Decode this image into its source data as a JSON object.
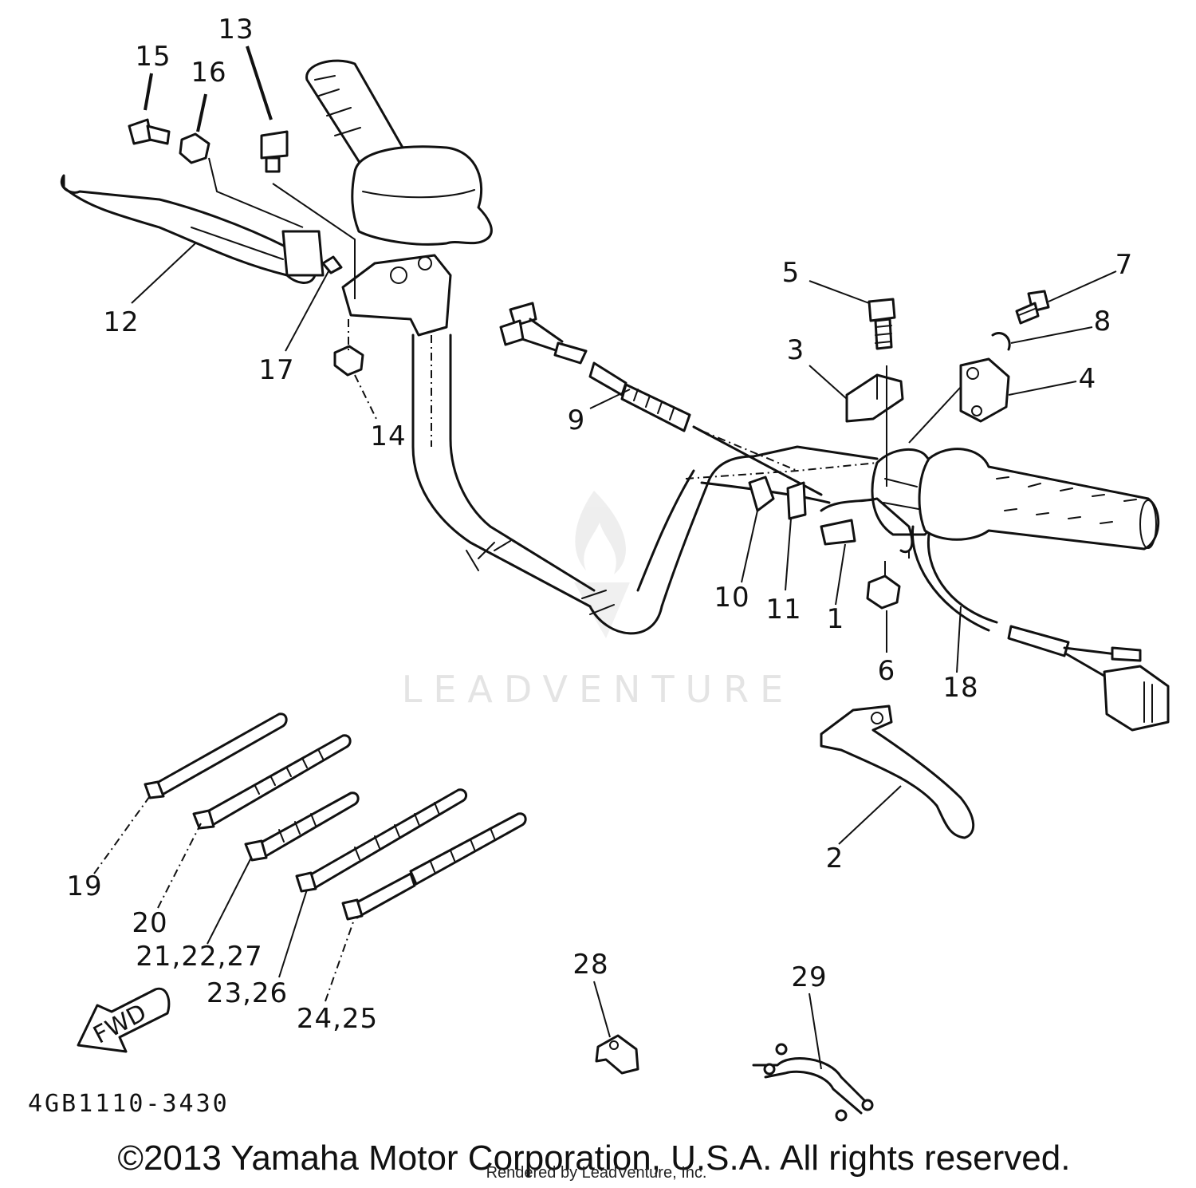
{
  "watermark": {
    "text": "LEADVENTURE"
  },
  "part_labels": {
    "p1": "1",
    "p2": "2",
    "p3": "3",
    "p4": "4",
    "p5": "5",
    "p6": "6",
    "p7": "7",
    "p8": "8",
    "p9": "9",
    "p10": "10",
    "p11": "11",
    "p12": "12",
    "p13": "13",
    "p14": "14",
    "p15": "15",
    "p16": "16",
    "p17": "17",
    "p18": "18",
    "p19": "19",
    "p20": "20",
    "p21_22_27": "21,22,27",
    "p23_26": "23,26",
    "p24_25": "24,25",
    "p28": "28",
    "p29": "29"
  },
  "direction_arrow": {
    "text": "FWD"
  },
  "diagram_code": "4GB1110-3430",
  "footer": {
    "copyright": "©2013 Yamaha Motor Corporation, U.S.A. All rights reserved.",
    "rendered_by": "Rendered by LeadVenture, Inc."
  }
}
